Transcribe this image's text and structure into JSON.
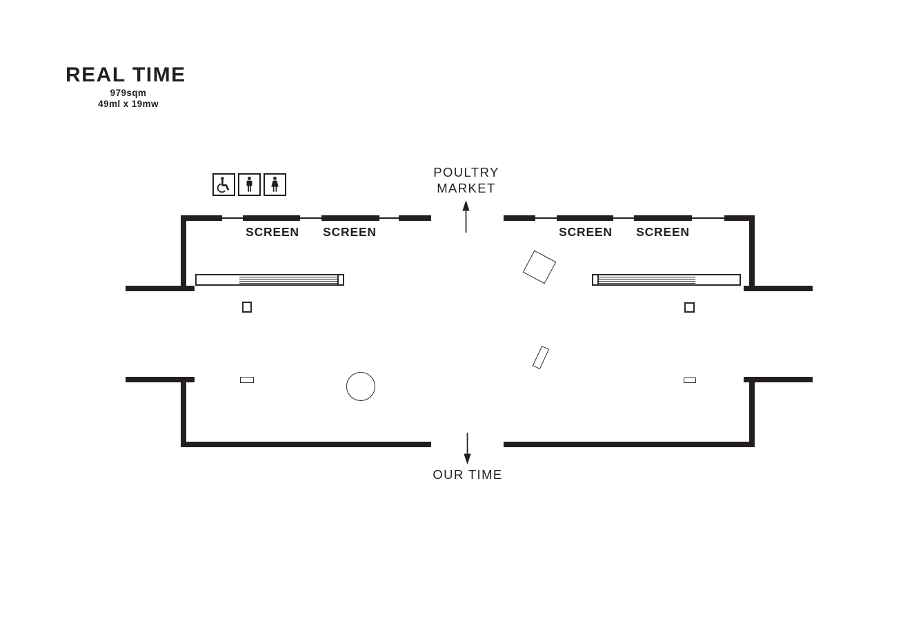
{
  "plan": {
    "title": "REAL TIME",
    "area": "979sqm",
    "dimensions": "49ml x 19mw",
    "top_exit": {
      "line1": "POULTRY",
      "line2": "MARKET"
    },
    "bottom_exit": "OUR TIME",
    "screens": [
      "SCREEN",
      "SCREEN",
      "SCREEN",
      "SCREEN"
    ],
    "restroom_sign": [
      "wheelchair-accessible",
      "men",
      "women"
    ],
    "colors": {
      "ink": "#231f20",
      "background": "#ffffff"
    }
  }
}
